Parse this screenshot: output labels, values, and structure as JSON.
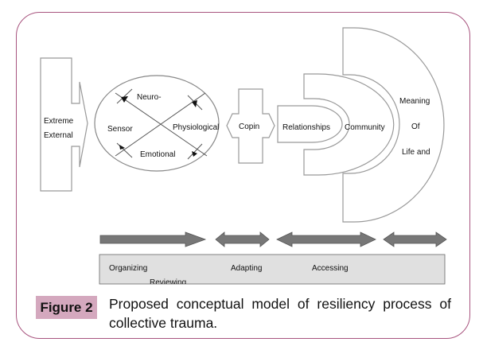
{
  "diagram": {
    "extreme": [
      "Extreme",
      "External"
    ],
    "circle": {
      "top": "Neuro-",
      "left": "Sensor",
      "right": "Physiological",
      "bottom": "Emotional"
    },
    "coping": "Copin",
    "relationships": "Relationships",
    "community": "Community",
    "meaning": [
      "Meaning",
      "Of",
      "Life and"
    ],
    "stages": {
      "organizing": "Organizing",
      "reviewing": "Reviewing",
      "adapting": "Adapting",
      "accessing": "Accessing"
    }
  },
  "caption": {
    "label": "Figure 2",
    "text": "Proposed conceptual model of resiliency process of collective trauma."
  },
  "colors": {
    "frame": "#a8557f",
    "badge": "#d4a8be",
    "arrow": "#777777",
    "stage_box": "#e0e0e0"
  }
}
